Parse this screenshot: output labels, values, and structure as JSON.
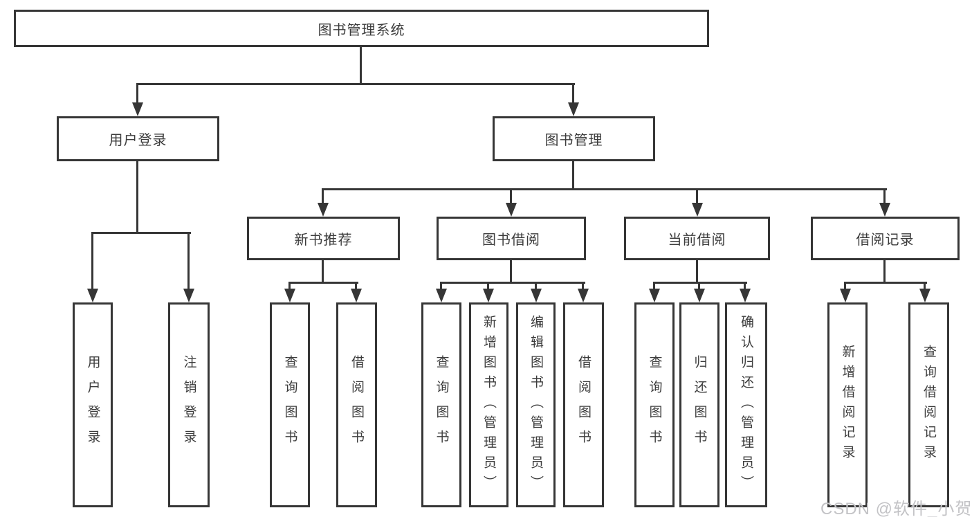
{
  "diagram": {
    "root": "图书管理系统",
    "branches": [
      "用户登录",
      "图书管理"
    ],
    "sections": [
      "新书推荐",
      "图书借阅",
      "当前借阅",
      "借阅记录"
    ],
    "leaves": [
      "用户登录",
      "注销登录",
      "查询图书",
      "借阅图书",
      "查询图书",
      "新增图书（管理员）",
      "编辑图书（管理员）",
      "借阅图书",
      "查询图书",
      "归还图书",
      "确认归还（管理员）",
      "新增借阅记录",
      "查询借阅记录"
    ]
  },
  "watermark": "CSDN @软件_小贺同学",
  "colors": {
    "line": "#363636",
    "text": "#3c3c3c",
    "box_background": "#ffffff",
    "watermark": "#c3c3c6",
    "background": "#ffffff"
  }
}
